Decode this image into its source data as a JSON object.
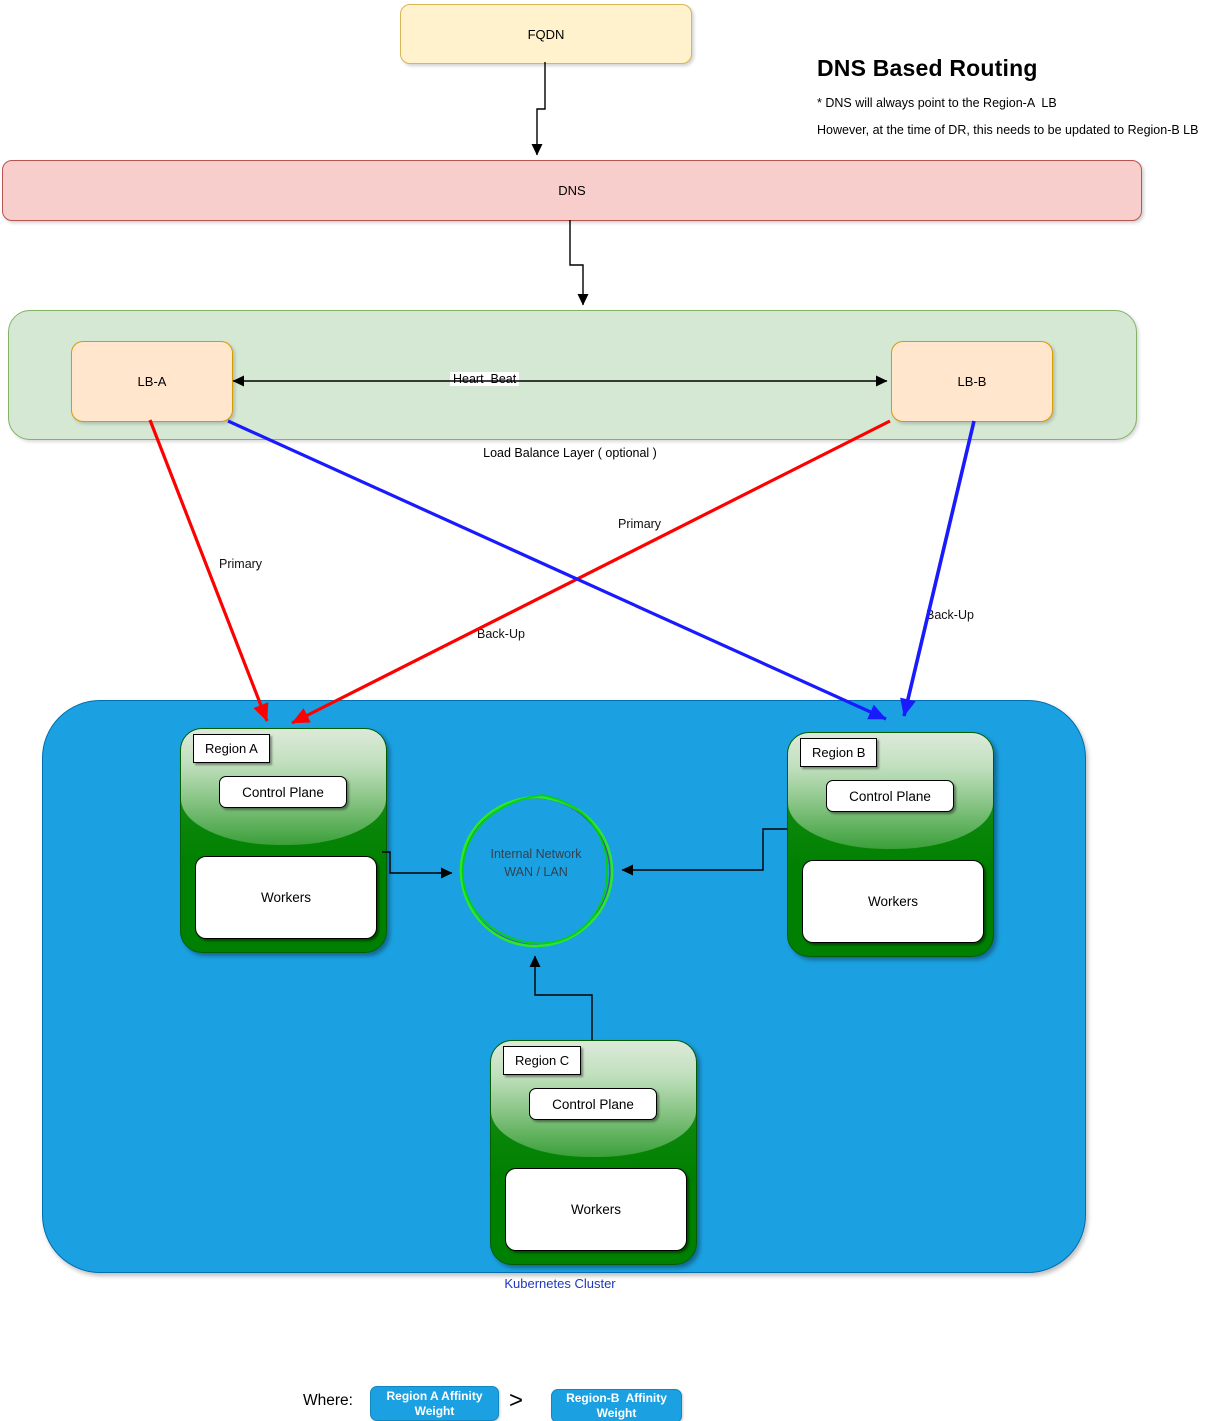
{
  "title": {
    "heading": "DNS Based Routing",
    "notes": [
      "* DNS will always point to the Region-A  LB",
      "However, at the time of DR, this needs to be updated to Region-B LB"
    ]
  },
  "nodes": {
    "fqdn": "FQDN",
    "dns": "DNS",
    "lb_a": "LB-A",
    "lb_b": "LB-B",
    "lb_layer_caption": "Load Balance Layer ( optional )",
    "network": {
      "line1": "Internal Network",
      "line2": "WAN / LAN"
    },
    "cluster_caption": "Kubernetes Cluster"
  },
  "regions": [
    {
      "name": "Region A",
      "control_plane": "Control Plane",
      "workers": "Workers"
    },
    {
      "name": "Region B",
      "control_plane": "Control Plane",
      "workers": "Workers"
    },
    {
      "name": "Region C",
      "control_plane": "Control Plane",
      "workers": "Workers"
    }
  ],
  "edges": [
    {
      "from": "FQDN",
      "to": "DNS",
      "label": "",
      "color": "#000000"
    },
    {
      "from": "DNS",
      "to": "Load Balance Layer",
      "label": "",
      "color": "#000000"
    },
    {
      "from": "LB-A",
      "to": "LB-B",
      "label": "Heart  Beat",
      "color": "#000000",
      "bidirectional": true
    },
    {
      "from": "LB-A",
      "to": "Region A",
      "label": "Primary",
      "color": "#FF0000"
    },
    {
      "from": "LB-B",
      "to": "Region A",
      "label": "Primary",
      "color": "#FF0000"
    },
    {
      "from": "LB-A",
      "to": "Region B",
      "label": "Back-Up",
      "color": "#1A1AFF"
    },
    {
      "from": "LB-B",
      "to": "Region B",
      "label": "Back-Up",
      "color": "#1A1AFF"
    },
    {
      "from": "Region A Workers",
      "to": "Internal Network",
      "label": "",
      "color": "#000000"
    },
    {
      "from": "Region B Workers",
      "to": "Internal Network",
      "label": "",
      "color": "#000000"
    },
    {
      "from": "Region C",
      "to": "Internal Network",
      "label": "",
      "color": "#000000"
    }
  ],
  "legend": {
    "where": "Where:",
    "left_box": "Region A Affinity Weight",
    "operator": ">",
    "right_box": "Region-B  Affinity Weight"
  },
  "colors": {
    "fqdn_fill": "#FFF2CC",
    "fqdn_border": "#D6B656",
    "dns_fill": "#F8CECC",
    "dns_border": "#B85450",
    "lb_layer_fill": "#D5E8D4",
    "lb_layer_border": "#82B366",
    "lb_box_fill": "#FFE6CC",
    "lb_box_border": "#D79B00",
    "cluster_fill": "#1BA1E2",
    "cluster_border": "#006EAF",
    "region_fill": "#008000",
    "arrow_primary": "#FF0000",
    "arrow_backup": "#1A1AFF",
    "network_circle": "#33E633",
    "cluster_caption_text": "#1C39BB"
  }
}
